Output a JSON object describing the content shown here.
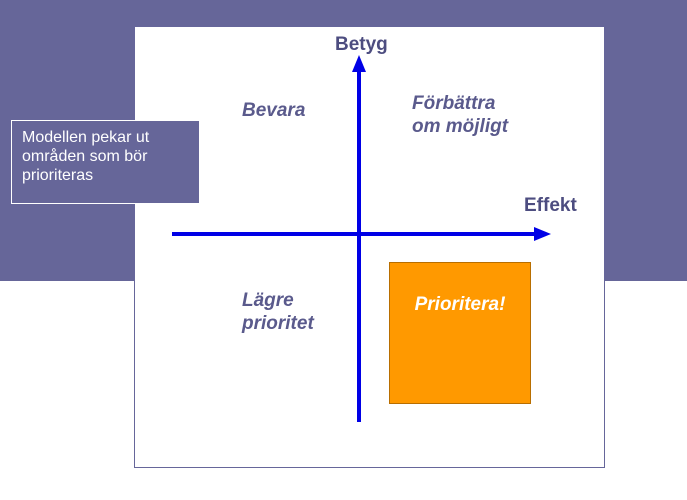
{
  "callout": {
    "text": "Modellen pekar ut områden som bör prioriteras"
  },
  "axes": {
    "y_label": "Betyg",
    "x_label": "Effekt",
    "color": "#0000e6"
  },
  "quadrants": {
    "top_left": "Bevara",
    "top_right_line1": "Förbättra",
    "top_right_line2": "om möjligt",
    "bottom_left_line1": "Lägre",
    "bottom_left_line2": "prioritet",
    "bottom_right": "Prioritera!"
  },
  "colors": {
    "background_band": "#666699",
    "highlight": "#ff9900",
    "quadrant_text": "#5a5a8c"
  }
}
